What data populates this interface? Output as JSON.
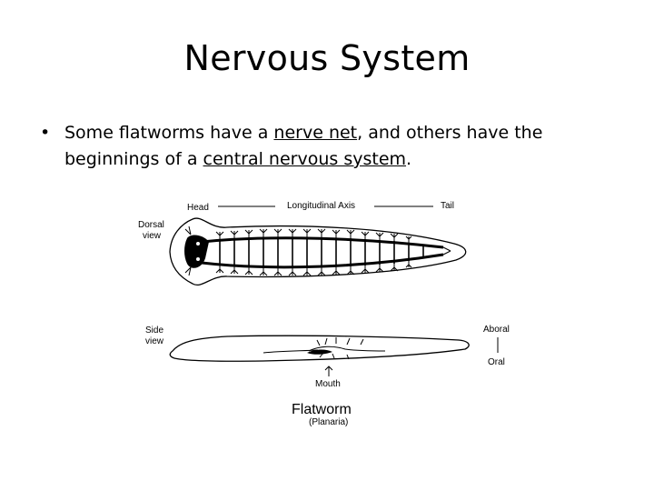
{
  "slide": {
    "title": "Nervous System",
    "bullet_marker": "•",
    "bullet": {
      "t1": "Some flatworms have a ",
      "link1": "nerve net",
      "t2": ", and others have the beginnings of a ",
      "link2": "central nervous system",
      "t3": "."
    }
  },
  "diagram": {
    "head_label": "Head",
    "axis_label": "Longitudinal Axis",
    "tail_label": "Tail",
    "dorsal_label_1": "Dorsal",
    "dorsal_label_2": "view",
    "side_label_1": "Side",
    "side_label_2": "view",
    "aboral_label": "Aboral",
    "oral_label": "Oral",
    "mouth_label": "Mouth",
    "caption": "Flatworm",
    "subcaption": "(Planaria)"
  }
}
